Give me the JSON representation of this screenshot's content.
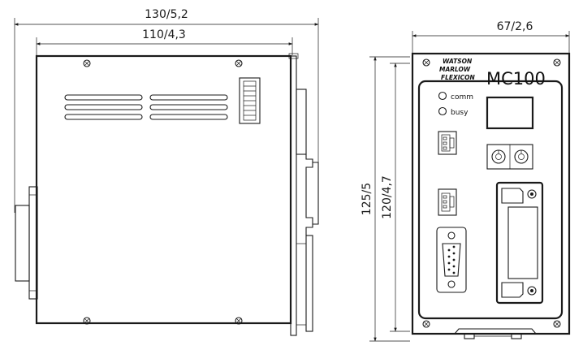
{
  "dimensions": {
    "overall_width_side": "130/5,2",
    "body_width_side": "110/4,3",
    "front_width": "67/2,6",
    "overall_height": "125/5",
    "body_height": "120/4,7"
  },
  "front_panel": {
    "brand_line1": "WATSON",
    "brand_line2": "MARLOW",
    "brand_line3": "FLEXICON",
    "model": "MC100",
    "led_comm_label": "comm",
    "led_busy_label": "busy"
  },
  "colors": {
    "line": "#1a1a1a",
    "background": "#ffffff"
  }
}
